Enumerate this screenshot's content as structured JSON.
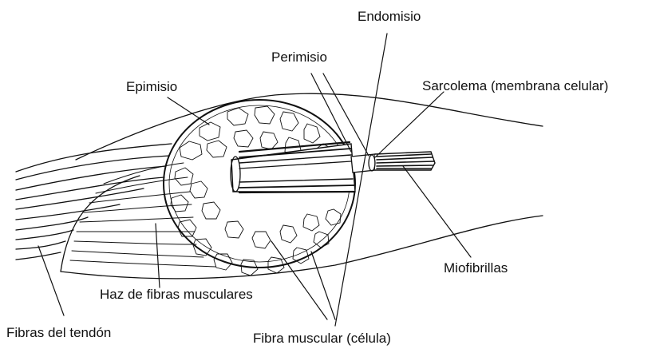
{
  "labels": {
    "endomisio": "Endomisio",
    "perimisio": "Perimisio",
    "epimisio": "Epimisio",
    "sarcolema": "Sarcolema (membrana celular)",
    "miofibrillas": "Miofibrillas",
    "haz": "Haz de fibras musculares",
    "fibras_tendon": "Fibras del tendón",
    "fibra_muscular": "Fibra muscular (célula)"
  },
  "colors": {
    "ink": "#111111",
    "paper": "#ffffff"
  }
}
